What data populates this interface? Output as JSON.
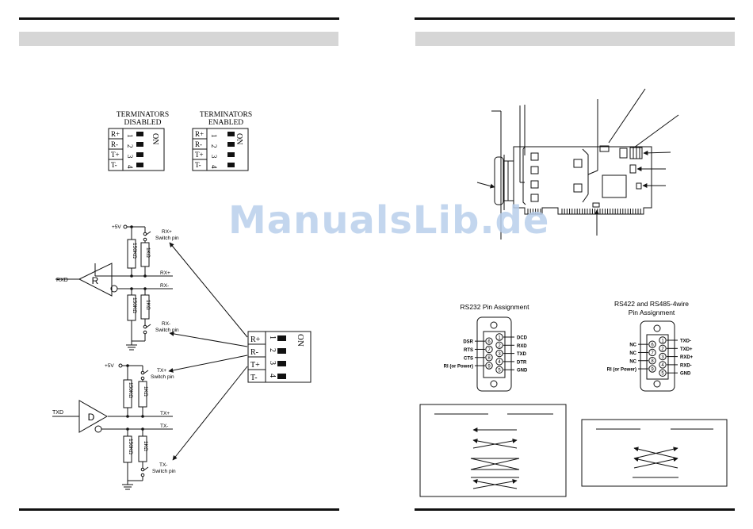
{
  "watermark": "ManualsLib.de",
  "terminators": {
    "disabled_title": [
      "TERMINATORS",
      "DISABLED"
    ],
    "enabled_title": [
      "TERMINATORS",
      "ENABLED"
    ],
    "labels": [
      "R+",
      "R-",
      "T+",
      "T-"
    ],
    "numbers": [
      "1",
      "2",
      "3",
      "4"
    ],
    "on": "ON"
  },
  "schematic": {
    "plus5v": "+5V",
    "rxd": "RXD",
    "txd": "TXD",
    "receiver": "R",
    "driver": "D",
    "rx_plus": "RX+",
    "rx_minus": "RX-",
    "tx_plus": "TX+",
    "tx_minus": "TX-",
    "rx_plus_switch": [
      "RX+",
      "Switch pin"
    ],
    "rx_minus_switch": [
      "RX-",
      "Switch pin"
    ],
    "tx_plus_switch": [
      "TX+",
      "Switch pin"
    ],
    "tx_minus_switch": [
      "TX-",
      "Switch pin"
    ],
    "r150k": "150KΩ",
    "r1k": "1KΩ"
  },
  "rs232": {
    "title": "RS232 Pin Assignment",
    "left": [
      {
        "pin": "6",
        "label": "DSR"
      },
      {
        "pin": "7",
        "label": "RTS"
      },
      {
        "pin": "8",
        "label": "CTS"
      },
      {
        "pin": "9",
        "label": "RI (or Power)"
      }
    ],
    "right": [
      {
        "pin": "1",
        "label": "DCD"
      },
      {
        "pin": "2",
        "label": "RXD"
      },
      {
        "pin": "3",
        "label": "TXD"
      },
      {
        "pin": "4",
        "label": "DTR"
      },
      {
        "pin": "5",
        "label": "GND"
      }
    ]
  },
  "rs422": {
    "title": [
      "RS422 and RS485-4wire",
      "Pin Assignment"
    ],
    "left": [
      {
        "pin": "6",
        "label": "NC"
      },
      {
        "pin": "7",
        "label": "NC"
      },
      {
        "pin": "8",
        "label": "NC"
      },
      {
        "pin": "9",
        "label": "RI (or Power)"
      }
    ],
    "right": [
      {
        "pin": "1",
        "label": "TXD-"
      },
      {
        "pin": "2",
        "label": "TXD+"
      },
      {
        "pin": "3",
        "label": "RXD+"
      },
      {
        "pin": "4",
        "label": "RXD-"
      },
      {
        "pin": "5",
        "label": "GND"
      }
    ]
  }
}
